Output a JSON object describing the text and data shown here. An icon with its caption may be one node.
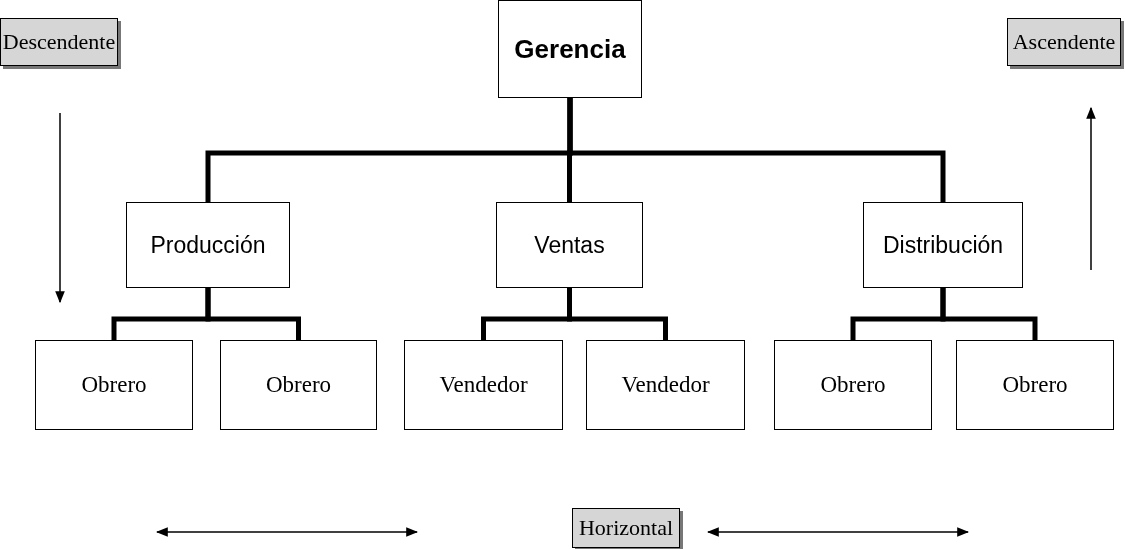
{
  "diagram": {
    "nodes": [
      {
        "text": [
          "Descendente"
        ]
      },
      {
        "text": [
          "Gerencia"
        ]
      },
      {
        "text": [
          "Ascendente"
        ]
      },
      {
        "text": [
          "Producción"
        ]
      },
      {
        "text": [
          "Ventas"
        ]
      },
      {
        "text": [
          "Distribución"
        ]
      },
      {
        "text": [
          "Obrero"
        ]
      },
      {
        "text": [
          "Obrero"
        ]
      },
      {
        "text": [
          "Vendedor"
        ]
      },
      {
        "text": [
          "Vendedor"
        ]
      },
      {
        "text": [
          "Obrero"
        ]
      },
      {
        "text": [
          "Obrero"
        ]
      },
      {
        "text": [
          "Horizontal"
        ]
      }
    ],
    "edges": [
      {
        "from": 1,
        "to": 3,
        "arrow": "none"
      },
      {
        "from": 1,
        "to": 4,
        "arrow": "none"
      },
      {
        "from": 1,
        "to": 5,
        "arrow": "none"
      },
      {
        "from": 3,
        "to": 6,
        "arrow": "none"
      },
      {
        "from": 3,
        "to": 7,
        "arrow": "none"
      },
      {
        "from": 4,
        "to": 8,
        "arrow": "none"
      },
      {
        "from": 4,
        "to": 9,
        "arrow": "none"
      },
      {
        "from": 5,
        "to": 10,
        "arrow": "none"
      },
      {
        "from": 5,
        "to": 11,
        "arrow": "none"
      }
    ]
  }
}
